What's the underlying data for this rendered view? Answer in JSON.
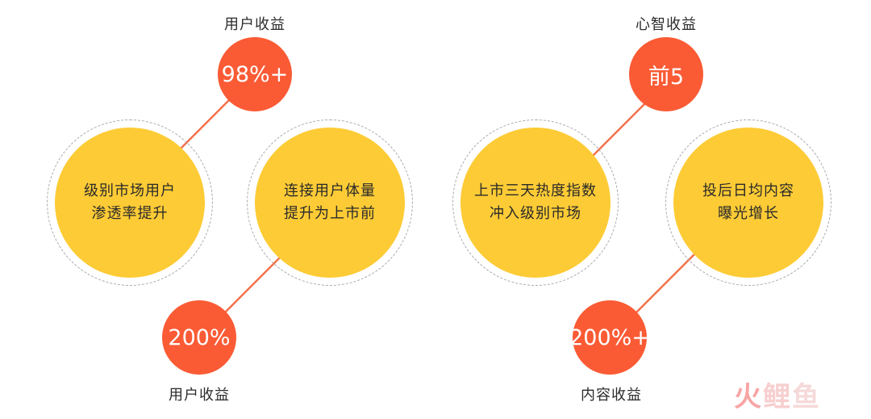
{
  "colors": {
    "badge": "#fa5b35",
    "bubble": "#fdcb35",
    "connector": "#f2714c",
    "ring": "#a9a9a9",
    "text": "#2a2a2a"
  },
  "groups": [
    {
      "top_label": "用户收益",
      "top_badge": "98%+",
      "bottom_label": "用户收益",
      "bottom_badge": "200%",
      "left_bubble": [
        "级别市场用户",
        "渗透率提升"
      ],
      "right_bubble": [
        "连接用户体量",
        "提升为上市前"
      ]
    },
    {
      "top_label": "心智收益",
      "top_badge": "前5",
      "bottom_label": "内容收益",
      "bottom_badge": "200%+",
      "left_bubble": [
        "上市三天热度指数",
        "冲入级别市场"
      ],
      "right_bubble": [
        "投后日均内容",
        "曝光增长"
      ]
    }
  ],
  "logo": {
    "chars": [
      "火",
      "鲤",
      "鱼"
    ]
  }
}
